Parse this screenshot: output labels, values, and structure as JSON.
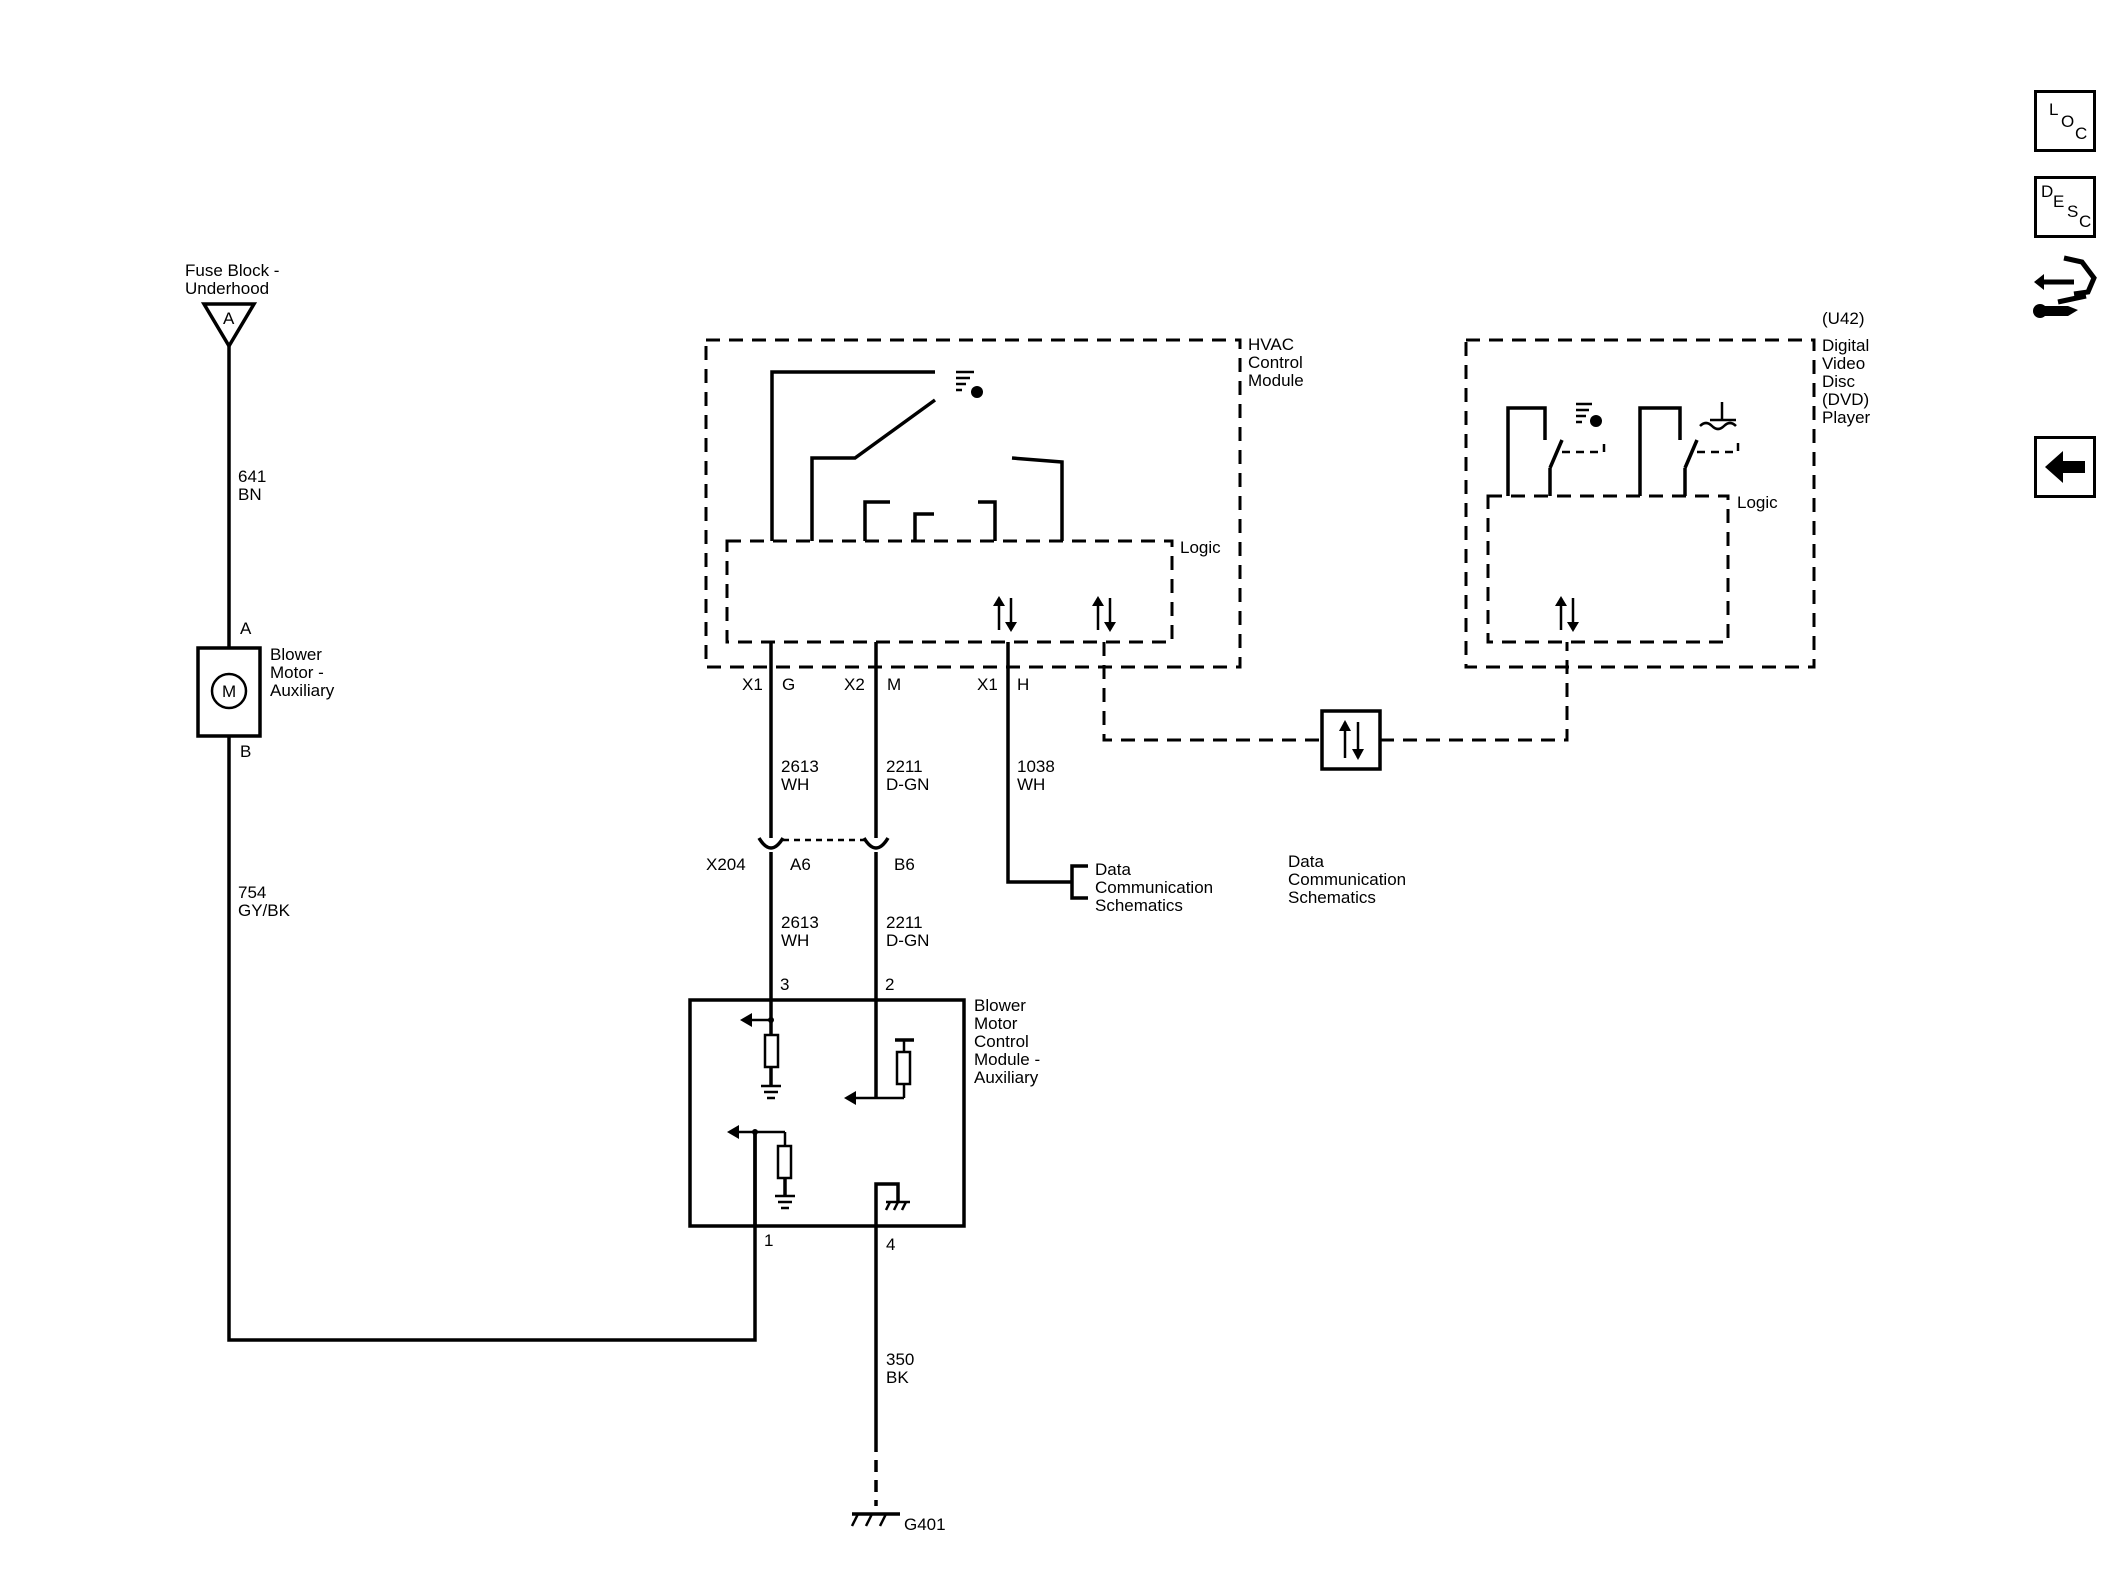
{
  "fuse_block": {
    "label_line1": "Fuse Block -",
    "label_line2": "Underhood",
    "terminal": "A"
  },
  "wire_641": {
    "circuit": "641",
    "color": "BN"
  },
  "blower_motor": {
    "pin_a": "A",
    "pin_b": "B",
    "symbol": "M",
    "label_line1": "Blower",
    "label_line2": "Motor -",
    "label_line3": "Auxiliary"
  },
  "wire_754": {
    "circuit": "754",
    "color": "GY/BK"
  },
  "hvac_module": {
    "label_line1": "HVAC",
    "label_line2": "Control",
    "label_line3": "Module",
    "logic_label": "Logic"
  },
  "pins": {
    "x1_g_conn": "X1",
    "x1_g_pin": "G",
    "x2_m_conn": "X2",
    "x2_m_pin": "M",
    "x1_h_conn": "X1",
    "x1_h_pin": "H"
  },
  "wire_2613_upper": {
    "circuit": "2613",
    "color": "WH"
  },
  "wire_2211_upper": {
    "circuit": "2211",
    "color": "D-GN"
  },
  "wire_1038": {
    "circuit": "1038",
    "color": "WH"
  },
  "connector_x204": {
    "name": "X204",
    "pin_a6": "A6",
    "pin_b6": "B6"
  },
  "wire_2613_lower": {
    "circuit": "2613",
    "color": "WH"
  },
  "wire_2211_lower": {
    "circuit": "2211",
    "color": "D-GN"
  },
  "data_comm_ref1": {
    "line1": "Data",
    "line2": "Communication",
    "line3": "Schematics"
  },
  "data_comm_ref2": {
    "line1": "Data",
    "line2": "Communication",
    "line3": "Schematics"
  },
  "dvd_player": {
    "rpo": "(U42)",
    "label_line1": "Digital",
    "label_line2": "Video",
    "label_line3": "Disc",
    "label_line4": "(DVD)",
    "label_line5": "Player",
    "logic_label": "Logic"
  },
  "blower_control_module": {
    "label_line1": "Blower",
    "label_line2": "Motor",
    "label_line3": "Control",
    "label_line4": "Module -",
    "label_line5": "Auxiliary",
    "pin_3": "3",
    "pin_2": "2",
    "pin_1": "1",
    "pin_4": "4"
  },
  "wire_350": {
    "circuit": "350",
    "color": "BK"
  },
  "ground": {
    "name": "G401"
  },
  "nav": {
    "loc": {
      "c1": "L",
      "c2": "O",
      "c3": "C"
    },
    "desc": {
      "c1": "D",
      "c2": "E",
      "c3": "S",
      "c4": "C"
    },
    "connector_icon": "connector-end-view-icon",
    "back_icon": "left-arrow-icon"
  }
}
